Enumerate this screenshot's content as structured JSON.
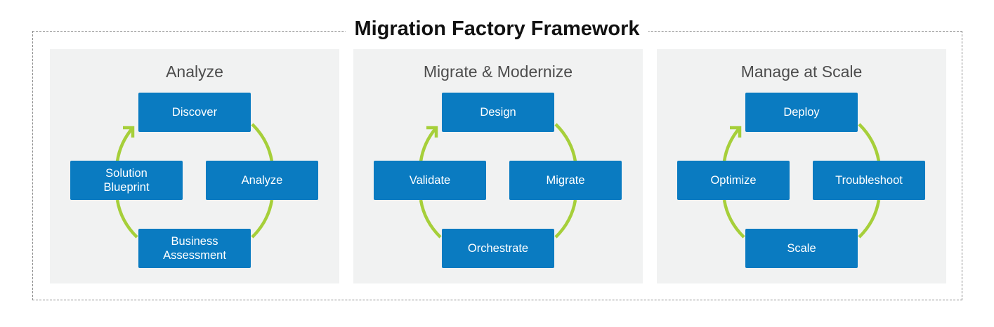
{
  "title": "Migration Factory Framework",
  "colors": {
    "node": "#0a7bc1",
    "ring": "#a6cf3a",
    "panel": "#f1f2f2",
    "border": "#8a8a8a"
  },
  "panels": [
    {
      "title": "Analyze",
      "nodes": {
        "top": "Discover",
        "right": "Analyze",
        "bottom": "Business\nAssessment",
        "left": "Solution\nBlueprint"
      }
    },
    {
      "title": "Migrate & Modernize",
      "nodes": {
        "top": "Design",
        "right": "Migrate",
        "bottom": "Orchestrate",
        "left": "Validate"
      }
    },
    {
      "title": "Manage at Scale",
      "nodes": {
        "top": "Deploy",
        "right": "Troubleshoot",
        "bottom": "Scale",
        "left": "Optimize"
      }
    }
  ]
}
